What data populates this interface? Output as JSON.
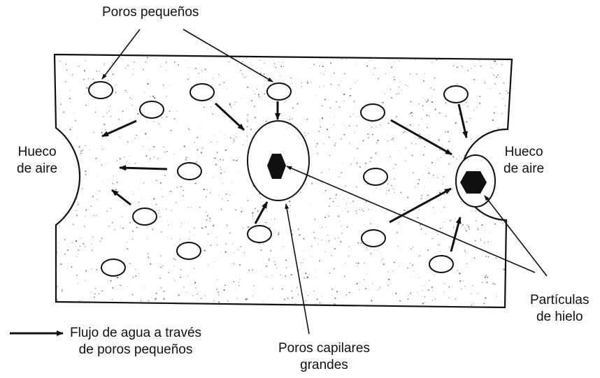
{
  "labels": {
    "small_pores": "Poros pequeños",
    "air_void_left": [
      "Hueco",
      "de aire"
    ],
    "air_void_right": [
      "Hueco",
      "de aire"
    ],
    "ice_particles": [
      "Partículas",
      "de hielo"
    ],
    "capillary_pores": [
      "Poros capilares",
      "grandes"
    ],
    "legend": [
      "Flujo de agua a través",
      "de poros pequeños"
    ]
  },
  "colors": {
    "outline": "#111111",
    "ice": "#111111",
    "background": "#ffffff",
    "speckle": "#555555"
  }
}
